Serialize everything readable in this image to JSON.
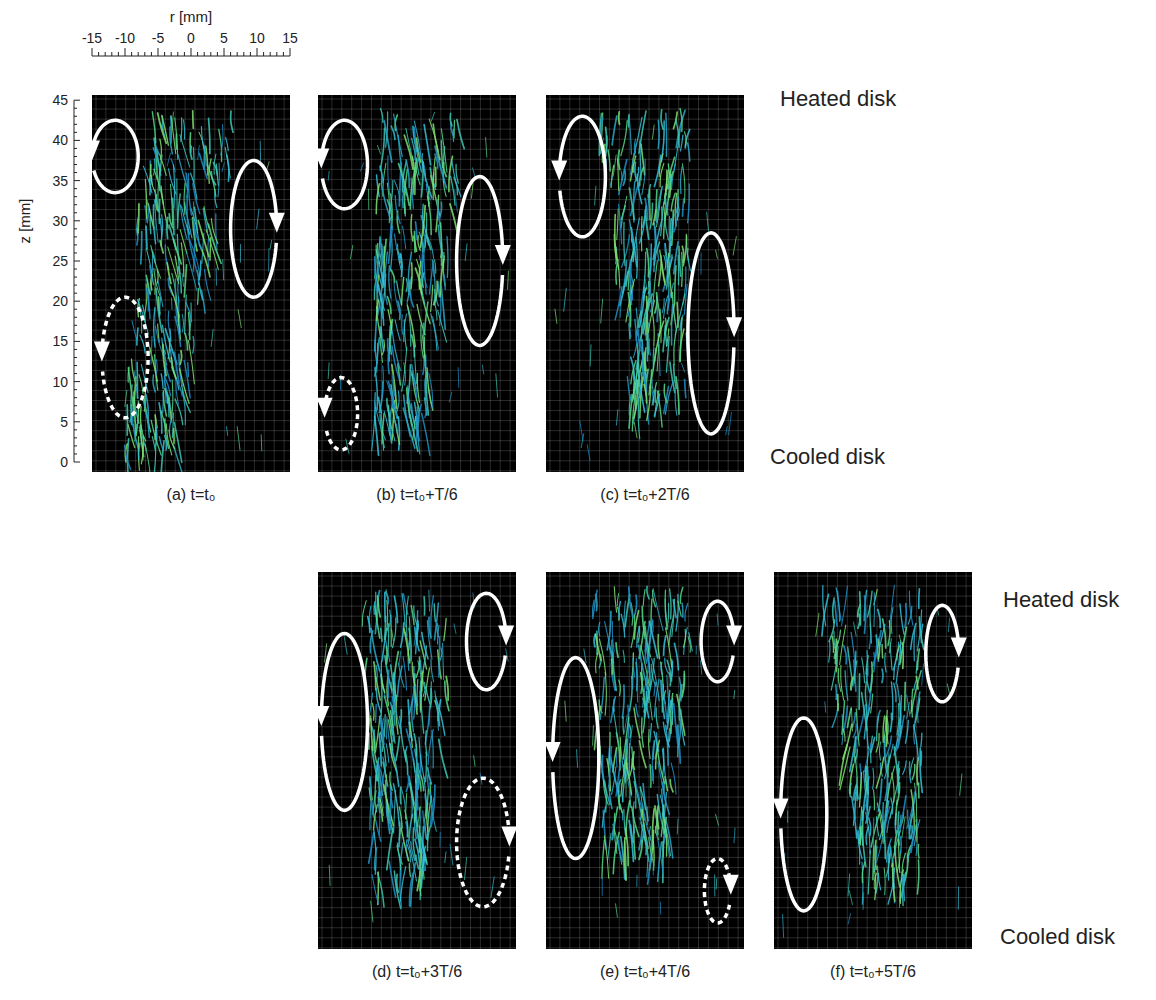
{
  "diagram": {
    "nodes": [
      {
        "text": [
          "(a) t=t₀"
        ]
      },
      {
        "text": [
          "(b) t=t₀+T/6"
        ]
      },
      {
        "text": [
          "(c) t=t₀+2T/6"
        ]
      },
      {
        "text": [
          "(d) t=t₀+3T/6"
        ]
      },
      {
        "text": [
          "(e) t=t₀+4T/6"
        ]
      },
      {
        "text": [
          "(f) t=t₀+5T/6"
        ]
      }
    ],
    "labels": [
      "r [mm]",
      "-15",
      "-10",
      "-5",
      "0",
      "5",
      "10",
      "15",
      "z [mm]",
      "45",
      "40",
      "35",
      "30",
      "25",
      "20",
      "15",
      "10",
      "5",
      "0",
      "Heated disk",
      "Cooled disk",
      "Heated disk",
      "Cooled disk"
    ]
  }
}
